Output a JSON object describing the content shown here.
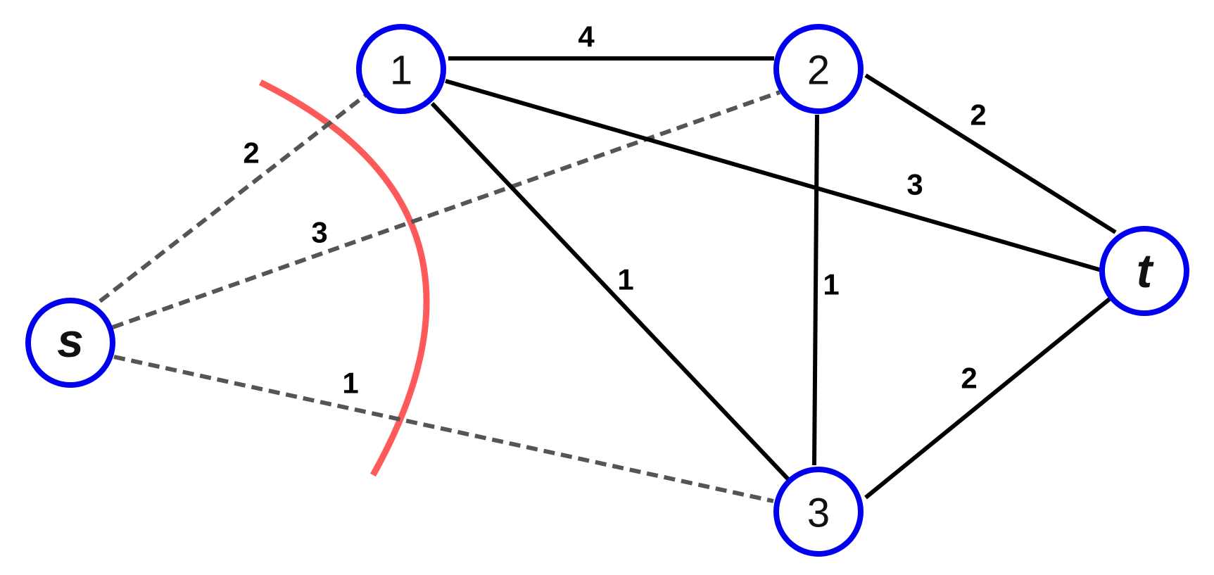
{
  "nodes": {
    "s": {
      "label": "s"
    },
    "n1": {
      "label": "1"
    },
    "n2": {
      "label": "2"
    },
    "n3": {
      "label": "3"
    },
    "t": {
      "label": "t"
    }
  },
  "edges": {
    "s_1": {
      "from": "s",
      "to": "1",
      "weight": "2",
      "style": "dashed"
    },
    "s_2": {
      "from": "s",
      "to": "2",
      "weight": "3",
      "style": "dashed"
    },
    "s_3": {
      "from": "s",
      "to": "3",
      "weight": "1",
      "style": "dashed"
    },
    "1_2": {
      "from": "1",
      "to": "2",
      "weight": "4",
      "style": "solid"
    },
    "1_t": {
      "from": "1",
      "to": "t",
      "weight": "3",
      "style": "solid"
    },
    "1_3": {
      "from": "1",
      "to": "3",
      "weight": "1",
      "style": "solid"
    },
    "2_3": {
      "from": "2",
      "to": "3",
      "weight": "1",
      "style": "solid"
    },
    "2_t": {
      "from": "2",
      "to": "t",
      "weight": "2",
      "style": "solid"
    },
    "3_t": {
      "from": "3",
      "to": "t",
      "weight": "2",
      "style": "solid"
    }
  },
  "colors": {
    "node_border": "#0000ee",
    "cut_line": "#ff5a5a",
    "dashed_edge": "#555555",
    "solid_edge": "#000000"
  }
}
